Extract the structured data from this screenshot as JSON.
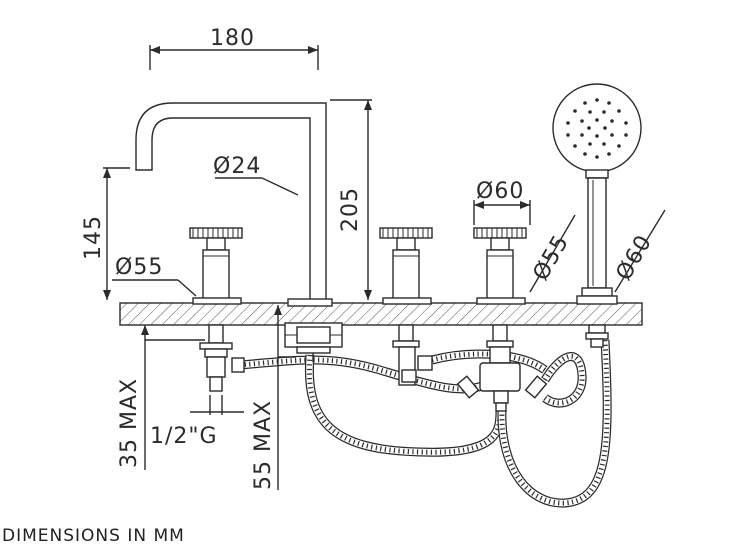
{
  "dimensions": {
    "spout_reach": "180",
    "spout_height": "205",
    "spout_diameter": "Ø24",
    "handle_height": "145",
    "left_rosette": "Ø55",
    "handle_width": "Ø60",
    "middle_rosette": "Ø55",
    "shower_rosette": "Ø60",
    "left_thread": "1/2\"G",
    "left_max": "35 MAX",
    "spout_max": "55 MAX"
  },
  "footer": {
    "note": "DIMENSIONS IN MM"
  }
}
